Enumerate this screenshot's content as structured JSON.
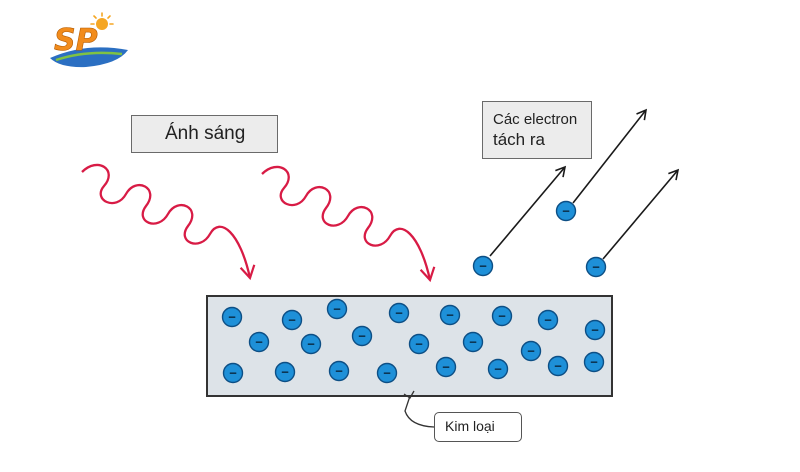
{
  "logo": {
    "text": "SP",
    "icon": "sun-solar-panel-logo"
  },
  "light_label": "Ánh sáng",
  "electron_label": {
    "line1": "Các electron",
    "line2": "tách ra"
  },
  "metal_label": "Kim loại",
  "electron_symbol": "−",
  "colors": {
    "light_wave": "#d81b45",
    "electron_fill": "#1e90d8",
    "metal_fill": "#dde3e8",
    "arrow": "#1a1a1a"
  }
}
